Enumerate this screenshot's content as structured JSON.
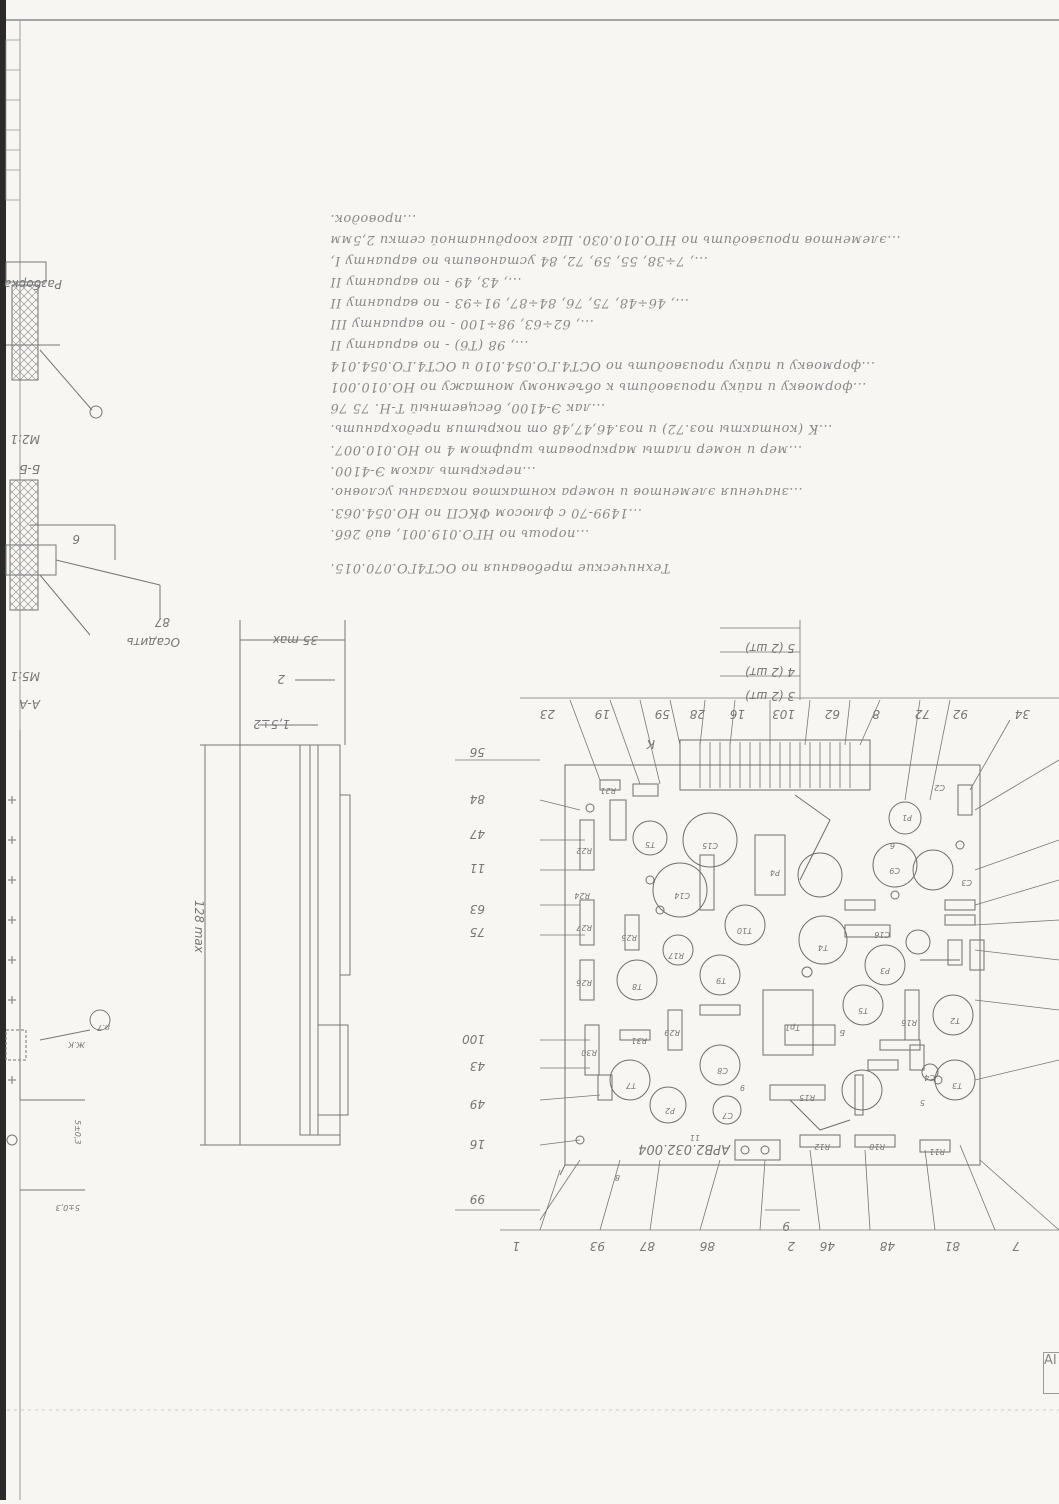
{
  "notes": {
    "lines": [
      "Технические требования по ОСТ4ГО.070.015.",
      "...порошь по НГО.019.001, вид 26б.",
      "...1499-70 с флюсом ФКСП по НО.054.063.",
      "...значения элементов и номера контактов показаны условно.",
      "...перекрыть лаком Э-4100.",
      "...мер и номер платы маркировать шрифтом 4 по НО.010.007.",
      "...К (контакты поз.72) и поз.46,47,48 от покрытия предохранить.",
      "...лак Э-4100, бесцветный Т-Н.   75 76",
      "...формовку и пайку производить к объемному монтажу по НО.010.001",
      "...формовку и пайку производить по ОСТ4.ГО.054.010 и ОСТ4.ГО.054.014",
      "..., 98 (Т6) - по варианту II",
      "..., 62÷63, 98÷100 - по варианту III",
      "..., 46÷48, 75, 76, 84÷87, 91÷93 - по варианту II",
      "..., 43, 49 - по варианту II",
      "..., 7÷38, 55, 59, 72, 84 установить по варианту I,",
      "...элементов производить по НГО.010.030. Шаг координатной сетки 2,5мм",
      "...проводок."
    ]
  },
  "left_view": {
    "section_labels": [
      "Разборка",
      "М2:1",
      "Б-Б",
      "А-А",
      "М5:1"
    ],
    "callouts": [
      "87",
      "Осадить",
      "п.7",
      "Ж.К"
    ],
    "dims": [
      "6",
      "5±0,3",
      "5±0,3"
    ]
  },
  "side_view": {
    "dims": [
      "35 max",
      "2",
      "1,5±2",
      "128 max"
    ]
  },
  "board": {
    "designation": "АРВ2.032.004",
    "connector_label": "К",
    "pin_groups": [
      "3 (2 шт)",
      "4 (2 шт)",
      "5 (2 шт)"
    ],
    "top_callouts": [
      "34",
      "92",
      "72",
      "8",
      "62",
      "103",
      "16",
      "28",
      "59",
      "19",
      "23"
    ],
    "left_callouts": [
      "56",
      "84",
      "47",
      "11",
      "63",
      "75",
      "100",
      "43",
      "49",
      "16",
      "99"
    ],
    "bottom_callouts": [
      "1",
      "93",
      "87",
      "86",
      "2",
      "46",
      "48",
      "81",
      "7"
    ],
    "component_labels": [
      "C2",
      "P1",
      "C3",
      "C9",
      "T4",
      "C16",
      "P3",
      "P4",
      "C15",
      "C14",
      "T5",
      "T10",
      "T8",
      "T9",
      "R17",
      "Тр1",
      "T5",
      "C8",
      "P2",
      "C7",
      "T7",
      "T3",
      "T2",
      "C4",
      "R16",
      "R15",
      "R12",
      "R10",
      "R11",
      "R21",
      "R22",
      "R24",
      "R25",
      "R26",
      "R27",
      "R29",
      "R30",
      "R31",
      "9",
      "6",
      "5",
      "8",
      "11",
      "Б"
    ]
  },
  "title_block_fragment": "АI",
  "page_number_marker": "9"
}
